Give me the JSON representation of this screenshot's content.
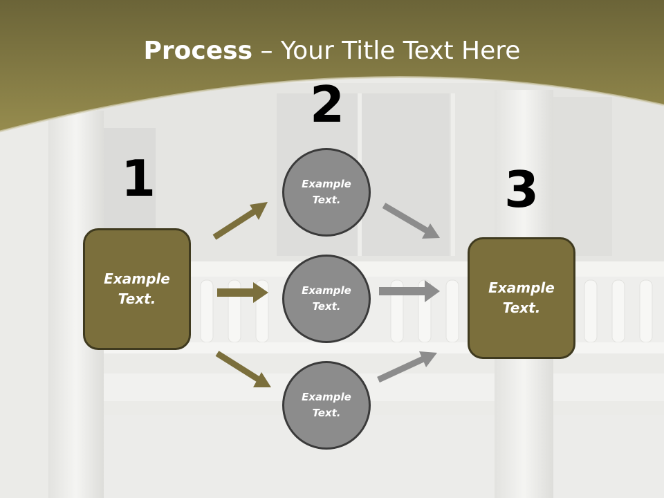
{
  "title": {
    "bold": "Process",
    "rest": " – Your Title Text Here"
  },
  "steps": {
    "n1": "1",
    "n2": "2",
    "n3": "3"
  },
  "boxes": {
    "left": "Example\nText.",
    "right": "Example\nText."
  },
  "circles": {
    "top": "Example\nText.",
    "middle": "Example\nText.",
    "bottom": "Example\nText."
  },
  "colors": {
    "header": "#8c8448",
    "box_fill": "#7b6f3c",
    "circle_fill": "#8c8c8c",
    "arrow_olive": "#7b6f3c",
    "arrow_gray": "#8c8c8c"
  }
}
